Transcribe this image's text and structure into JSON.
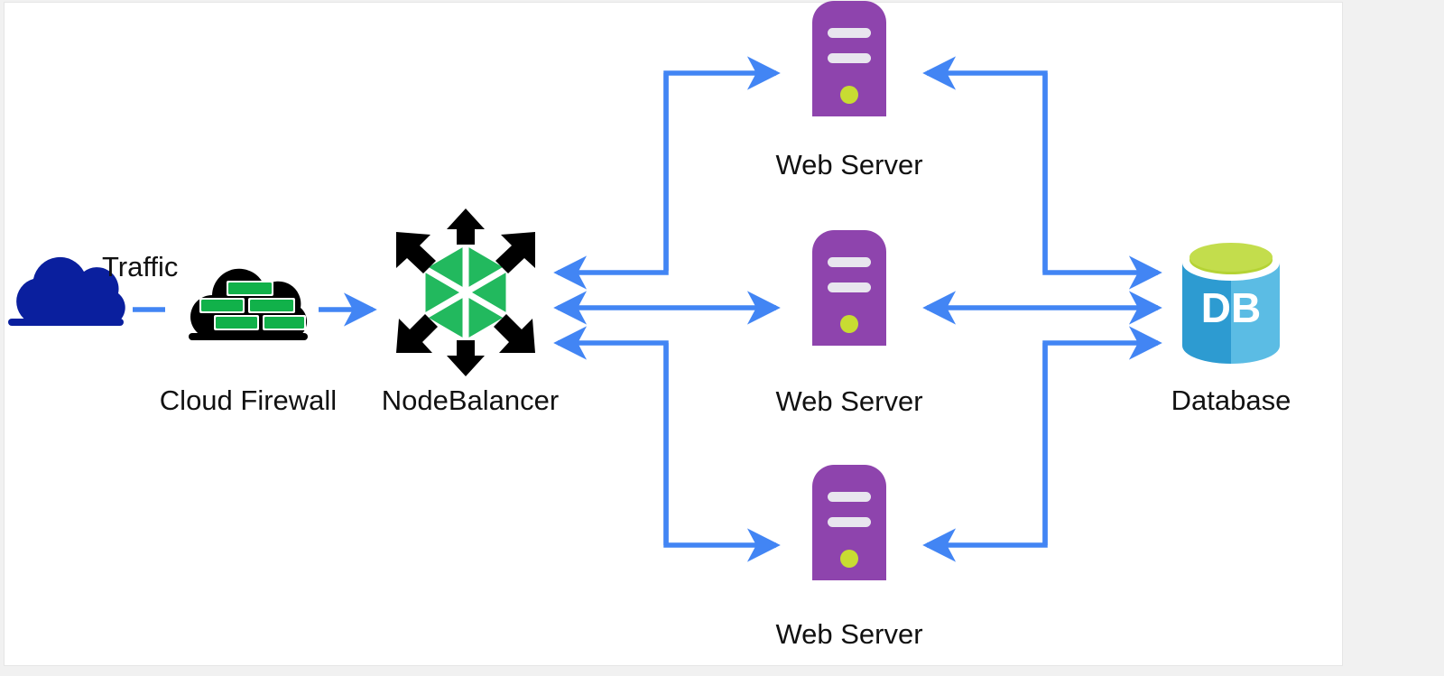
{
  "diagram": {
    "title": "Cloud Firewall NodeBalancer Web Server Database architecture",
    "canvas_bg": "#ffffff",
    "page_bg": "#f1f1f1",
    "arrow_color": "#4285f4",
    "nodes": [
      {
        "id": "internet-cloud",
        "icon": "cloud-icon",
        "label": "",
        "color": "#0a1f9e"
      },
      {
        "id": "cloud-firewall",
        "icon": "firewall-cloud-icon",
        "label": "Cloud Firewall",
        "color": "#000000",
        "accent": "#11b14a"
      },
      {
        "id": "nodebalancer",
        "icon": "nodebalancer-icon",
        "label": "NodeBalancer",
        "color": "#000000",
        "accent": "#22b95e"
      },
      {
        "id": "web-server-top",
        "icon": "server-tower-icon",
        "label": "Web Server",
        "color": "#8e44ad",
        "accent": "#c8dc32"
      },
      {
        "id": "web-server-middle",
        "icon": "server-tower-icon",
        "label": "Web Server",
        "color": "#8e44ad",
        "accent": "#c8dc32"
      },
      {
        "id": "web-server-bottom",
        "icon": "server-tower-icon",
        "label": "Web Server",
        "color": "#8e44ad",
        "accent": "#c8dc32"
      },
      {
        "id": "database",
        "icon": "database-cylinder-icon",
        "label": "Database",
        "badge": "DB",
        "color": "#2d9bd1",
        "accent": "#b5d334"
      }
    ],
    "edges": [
      {
        "id": "traffic-edge",
        "label": "Traffic",
        "from": "internet-cloud",
        "to": "cloud-firewall",
        "style": "dashed"
      },
      {
        "id": "firewall-to-balancer",
        "label": "",
        "from": "cloud-firewall",
        "to": "nodebalancer",
        "style": "arrow-right"
      },
      {
        "id": "balancer-to-top-server",
        "label": "",
        "from": "nodebalancer",
        "to": "web-server-top",
        "style": "elbow-up"
      },
      {
        "id": "top-server-to-balancer",
        "label": "",
        "from": "web-server-top",
        "to": "nodebalancer",
        "style": "elbow-down"
      },
      {
        "id": "balancer-middle-server",
        "label": "",
        "from": "nodebalancer",
        "to": "web-server-middle",
        "style": "bidirectional"
      },
      {
        "id": "balancer-to-bottom-server",
        "label": "",
        "from": "nodebalancer",
        "to": "web-server-bottom",
        "style": "elbow-down"
      },
      {
        "id": "bottom-server-to-balancer",
        "label": "",
        "from": "web-server-bottom",
        "to": "nodebalancer",
        "style": "elbow-up"
      },
      {
        "id": "top-server-to-database",
        "label": "",
        "from": "web-server-top",
        "to": "database",
        "style": "elbow-down"
      },
      {
        "id": "database-to-top-server",
        "label": "",
        "from": "database",
        "to": "web-server-top",
        "style": "elbow-up"
      },
      {
        "id": "middle-server-database",
        "label": "",
        "from": "web-server-middle",
        "to": "database",
        "style": "bidirectional"
      },
      {
        "id": "bottom-server-to-database",
        "label": "",
        "from": "web-server-bottom",
        "to": "database",
        "style": "elbow-up"
      },
      {
        "id": "database-to-bottom-server",
        "label": "",
        "from": "database",
        "to": "web-server-bottom",
        "style": "elbow-down"
      }
    ],
    "labels": {
      "traffic": "Traffic",
      "cloud_firewall": "Cloud Firewall",
      "nodebalancer": "NodeBalancer",
      "web_server_top": "Web Server",
      "web_server_middle": "Web Server",
      "web_server_bottom": "Web Server",
      "database": "Database",
      "db_badge": "DB"
    }
  }
}
